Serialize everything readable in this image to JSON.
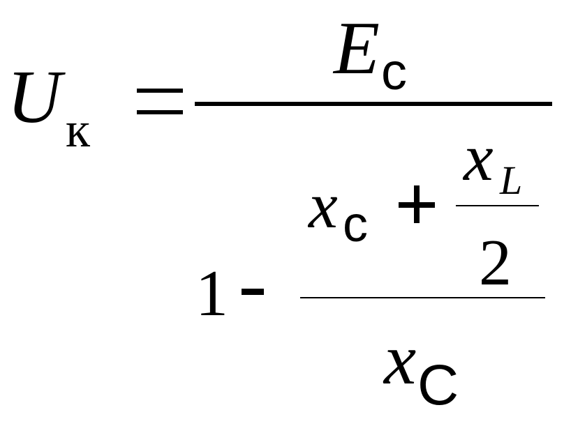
{
  "formula": {
    "lhs_symbol": "U",
    "lhs_subscript": "к",
    "main_numerator_symbol": "E",
    "main_numerator_subscript": "с",
    "one": "1",
    "minus": "-",
    "plus": "+",
    "xc_symbol": "x",
    "xc_subscript": "с",
    "xl_symbol": "x",
    "xl_subscript": "L",
    "two": "2",
    "bottom_x_symbol": "x",
    "bottom_x_subscript": "C"
  }
}
